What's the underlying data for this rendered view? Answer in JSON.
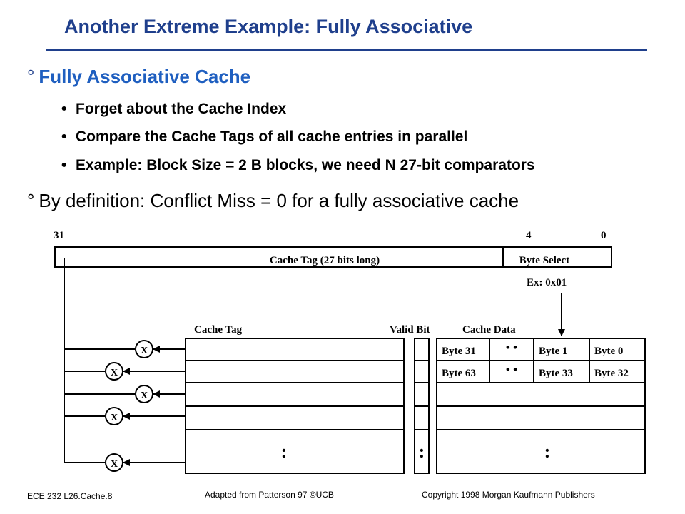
{
  "slide": {
    "title": "Another Extreme Example: Fully Associative",
    "bullet_main": "Fully Associative Cache",
    "bullet_marker": "°",
    "sub_marker": "•",
    "sub_bullets": [
      "Forget about the Cache Index",
      "Compare the Cache Tags of  all cache entries in parallel",
      "Example: Block Size = 2 B blocks, we need N 27-bit comparators"
    ],
    "bullet_second": "By definition: Conflict Miss = 0 for a fully associative cache"
  },
  "diagram": {
    "bit_labels": {
      "msb": "31",
      "mid": "4",
      "lsb": "0"
    },
    "address_fields": {
      "tag": "Cache Tag (27 bits long)",
      "select": "Byte Select"
    },
    "example": "Ex: 0x01",
    "column_headers": {
      "tag": "Cache Tag",
      "valid": "Valid Bit",
      "data": "Cache Data"
    },
    "row1": {
      "byte31": "Byte 31",
      "byte1": "Byte 1",
      "byte0": "Byte 0"
    },
    "row2": {
      "byte63": "Byte 63",
      "byte33": "Byte 33",
      "byte32": "Byte 32"
    },
    "comparator": "X",
    "ellipsis_h": "• •",
    "ellipsis_v": ":"
  },
  "footer": {
    "left": "ECE 232  L26.Cache.8",
    "center": "Adapted from Patterson 97 ©UCB",
    "right": "Copyright 1998 Morgan Kaufmann Publishers"
  }
}
